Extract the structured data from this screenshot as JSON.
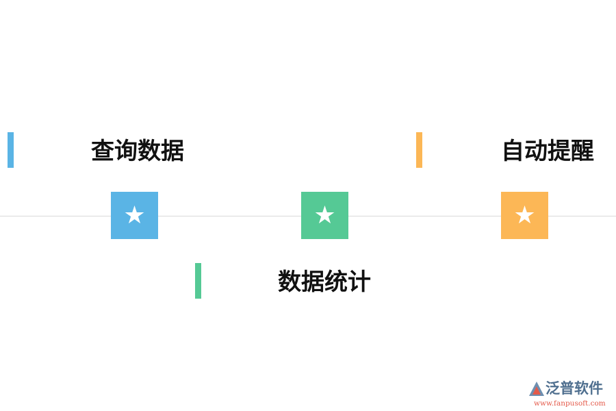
{
  "colors": {
    "blue": "#5ab4e5",
    "green": "#55c995",
    "orange": "#fcb756",
    "line": "#d9d9d9",
    "text": "#111111"
  },
  "items": [
    {
      "label": "查询数据",
      "color": "blue",
      "icon": "star-icon"
    },
    {
      "label": "数据统计",
      "color": "green",
      "icon": "star-icon"
    },
    {
      "label": "自动提醒",
      "color": "orange",
      "icon": "star-icon"
    }
  ],
  "star_glyph": "★",
  "logo": {
    "name": "泛普软件",
    "url": "www.fanpusoft.com"
  }
}
